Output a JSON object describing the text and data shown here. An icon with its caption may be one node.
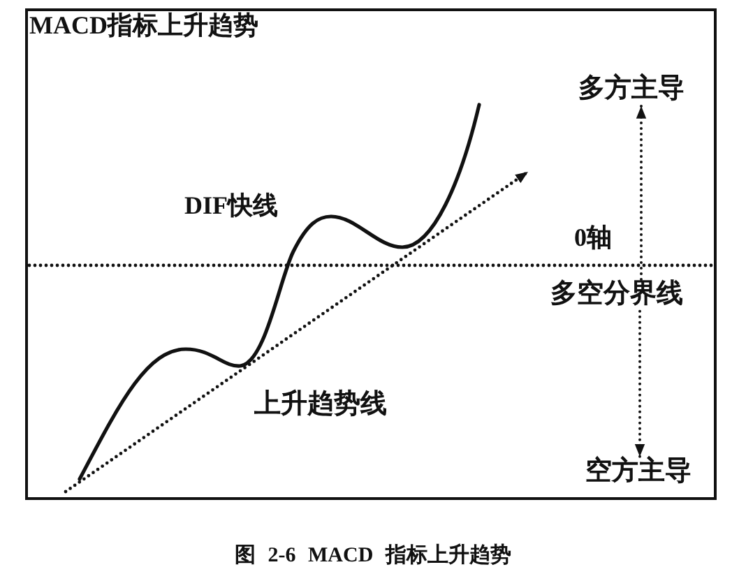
{
  "diagram": {
    "title": "MACD指标上升趋势",
    "caption": "图 2-6 MACD 指标上升趋势",
    "nodes": [
      {
        "text": [
          "多方主导"
        ]
      },
      {
        "text": [
          "多空分界线"
        ]
      },
      {
        "text": [
          "空方主导"
        ]
      }
    ],
    "edges": [
      {
        "from": 1,
        "to": 0,
        "arrow": "to",
        "style": "dashed"
      },
      {
        "from": 1,
        "to": 2,
        "arrow": "to",
        "style": "dashed"
      }
    ],
    "labels": [
      "DIF快线",
      "0轴",
      "上升趋势线"
    ]
  }
}
